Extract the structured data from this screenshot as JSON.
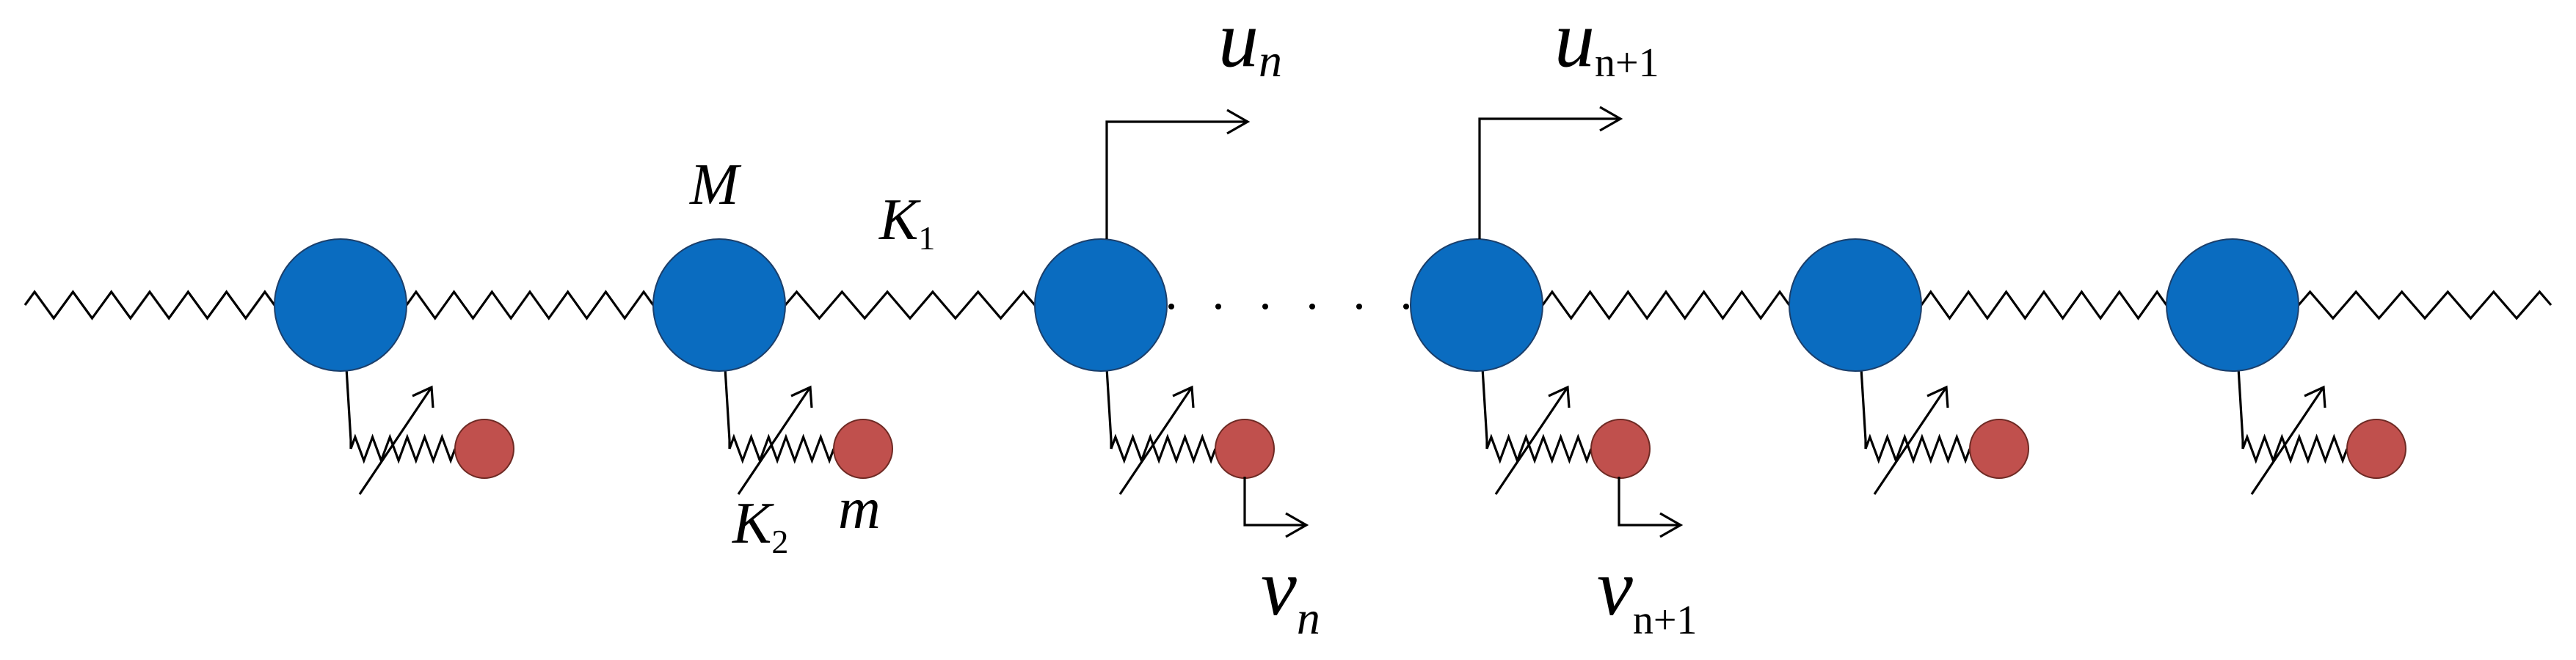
{
  "diagram": {
    "labels": {
      "big_mass": "M",
      "small_mass": "m",
      "chain_spring": "K",
      "chain_spring_sub": "1",
      "resonator_spring": "K",
      "resonator_spring_sub": "2",
      "u_n": "u",
      "u_n_sub": "n",
      "u_n1": "u",
      "u_n1_sub": "n+1",
      "v_n": "v",
      "v_n_sub": "n",
      "v_n1": "v",
      "v_n1_sub": "n+1"
    },
    "colors": {
      "big_mass": "#0a6cc0",
      "small_mass": "#c0504d",
      "ink": "#000000"
    },
    "unit_cell_count": 6,
    "ellipsis": "......"
  }
}
